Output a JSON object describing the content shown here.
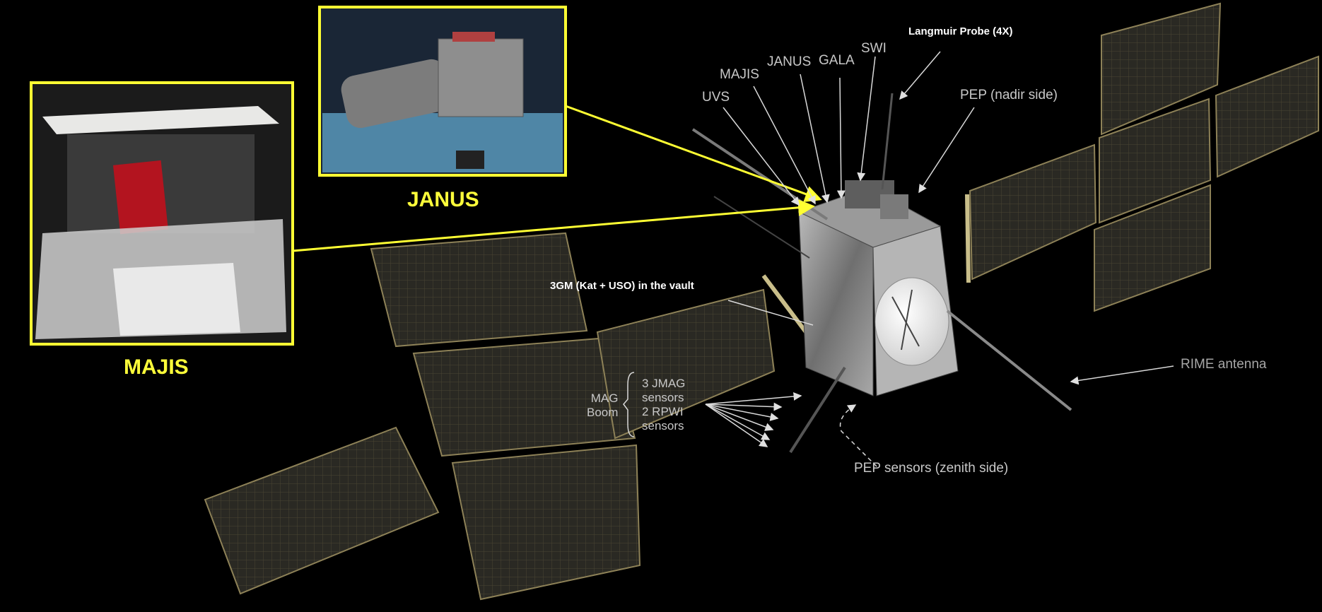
{
  "colors": {
    "background": "#000000",
    "highlight": "#ffff33",
    "label": "#c8c8c8",
    "panel": "#2b2a24",
    "panel_line": "#8d8157",
    "body_silver": "#8a8a8a"
  },
  "insets": {
    "majis": {
      "caption": "MAJIS"
    },
    "janus": {
      "caption": "JANUS"
    }
  },
  "labels": {
    "langmuir": "Langmuir Probe (4X)",
    "swi": "SWI",
    "gala": "GALA",
    "janus": "JANUS",
    "majis": "MAJIS",
    "uvs": "UVS",
    "pep_nadir": "PEP (nadir side)",
    "gm3": "3GM (Kat + USO) in the vault",
    "mag_boom_line1": "MAG",
    "mag_boom_line2": "Boom",
    "jmag_line1": "3 JMAG",
    "jmag_line2": "sensors",
    "rpwi_line1": "2 RPWI",
    "rpwi_line2": "sensors",
    "rime": "RIME antenna",
    "pep_zenith": "PEP sensors (zenith side)"
  }
}
